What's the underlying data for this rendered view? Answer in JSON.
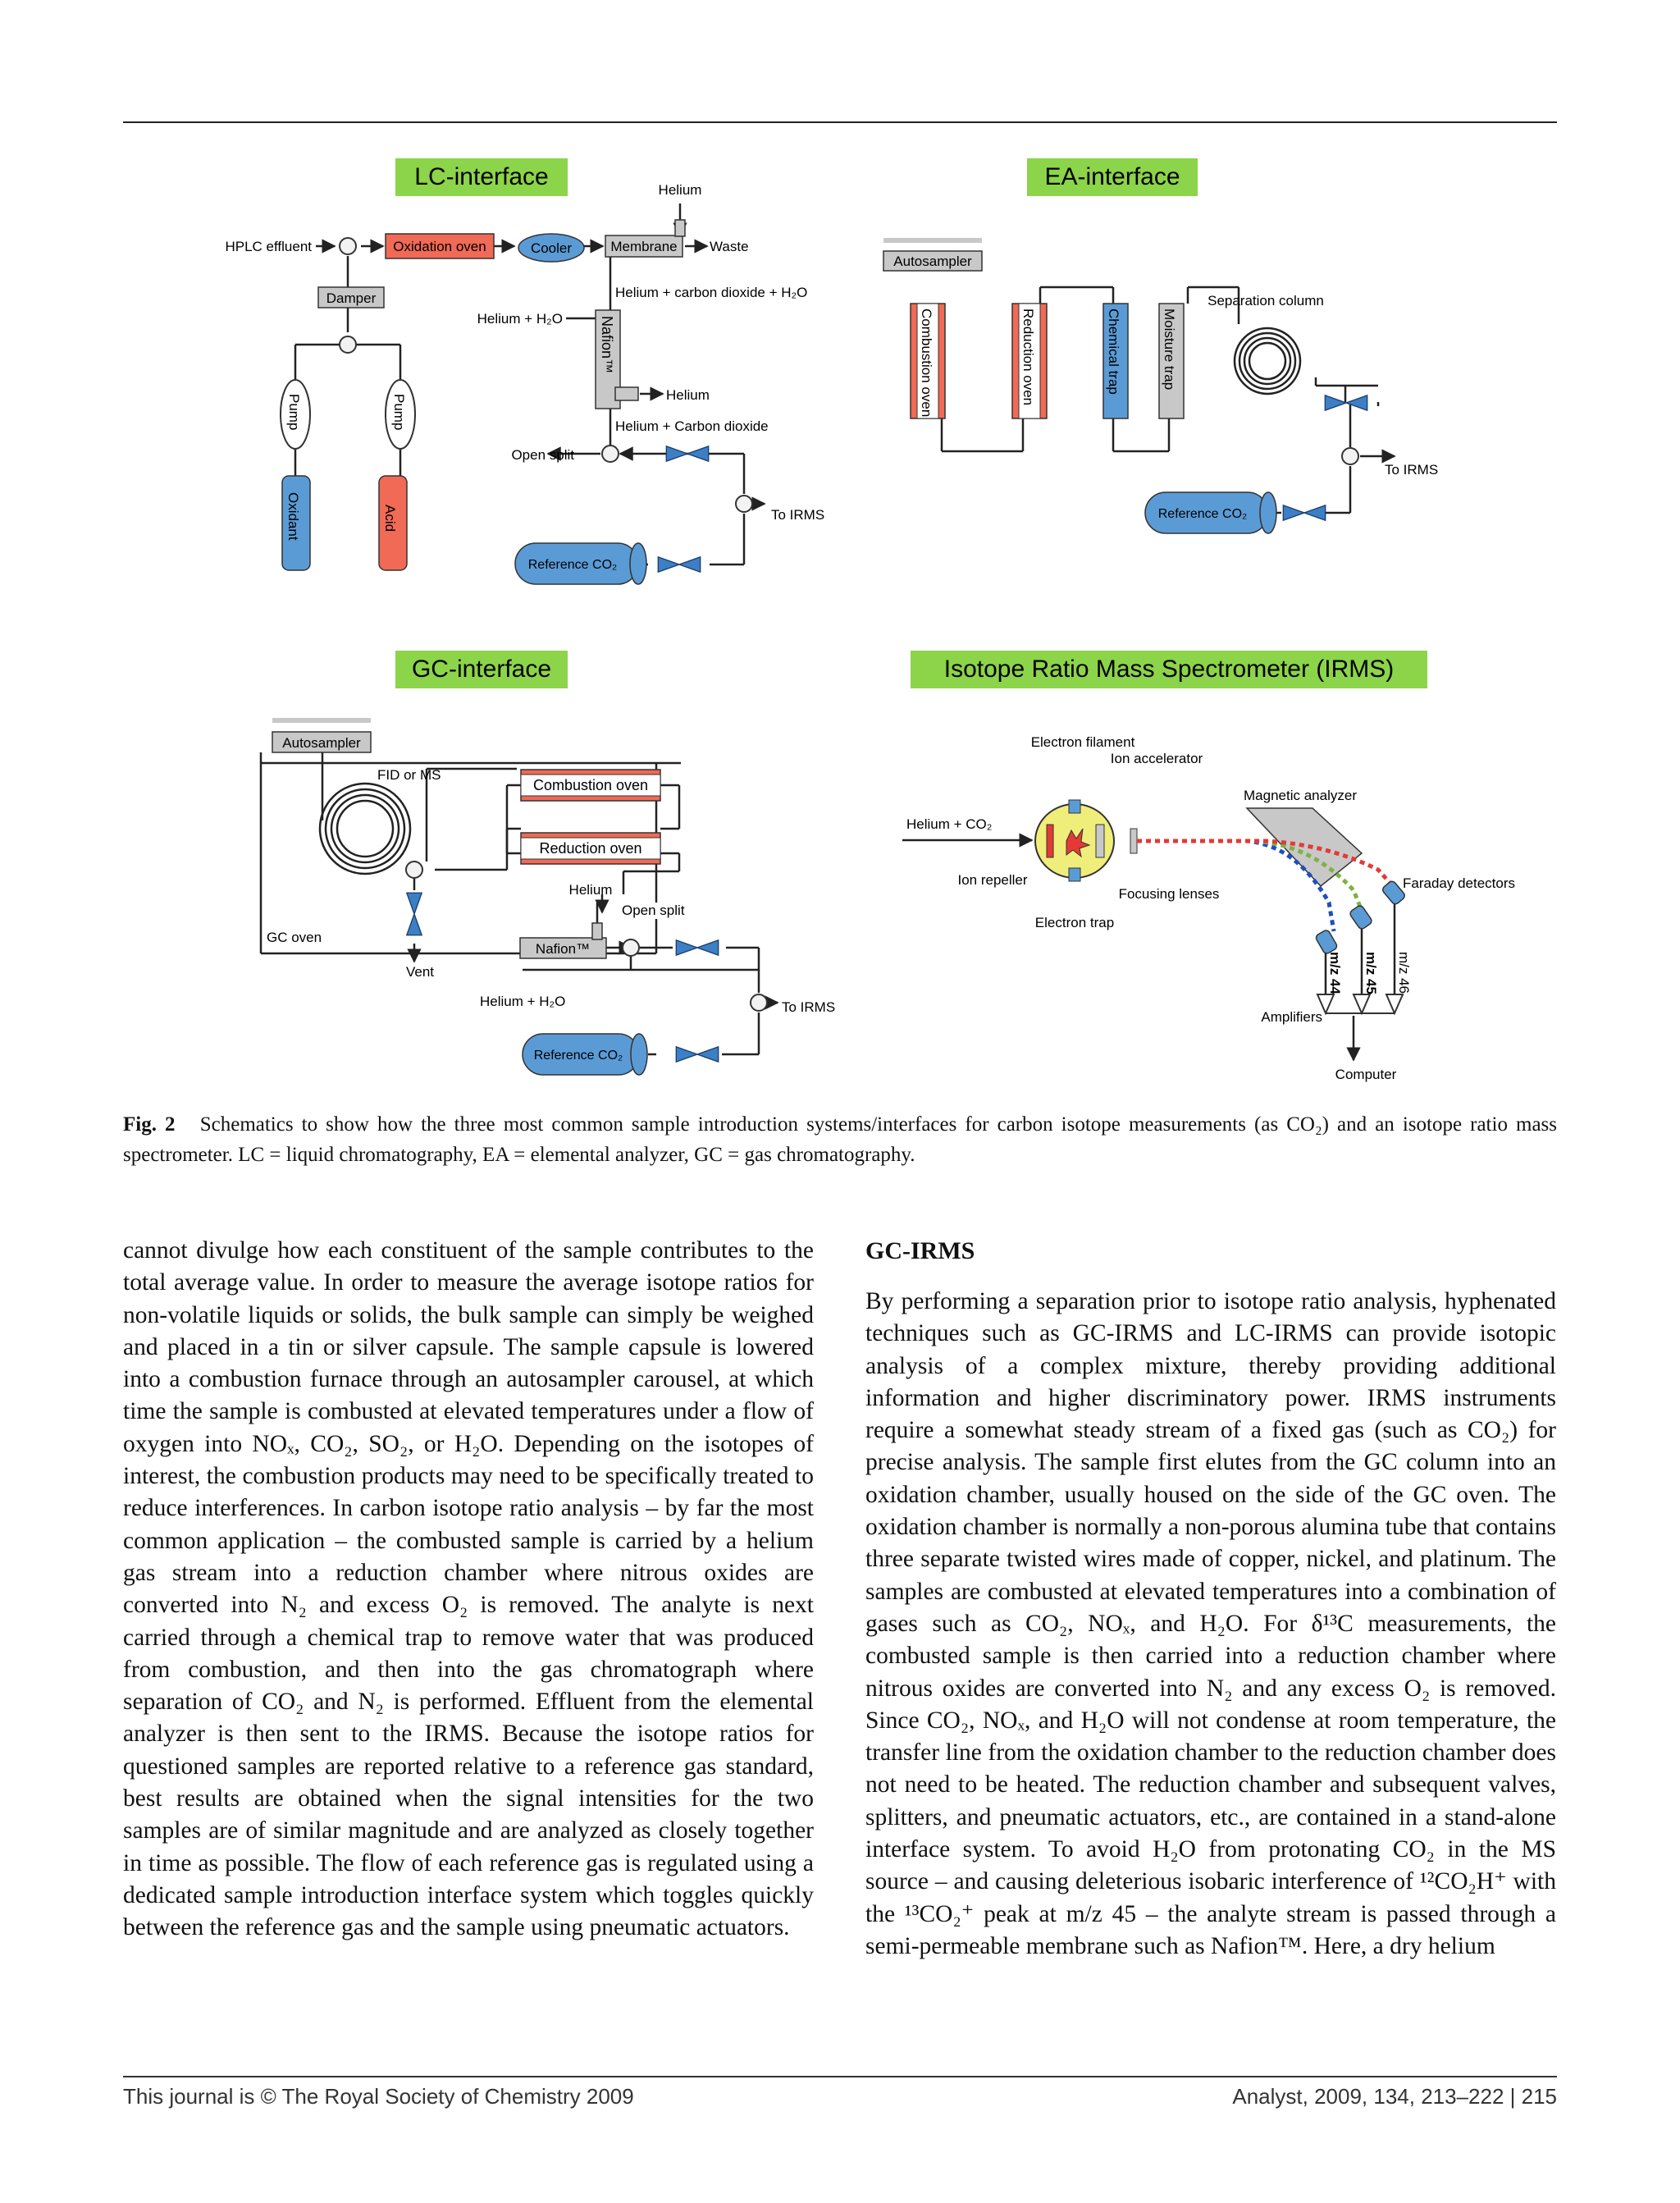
{
  "figure": {
    "lc": {
      "title": "LC-interface",
      "helium_top": "Helium",
      "hplc": "HPLC effluent",
      "oxidation_oven": "Oxidation oven",
      "cooler": "Cooler",
      "membrane": "Membrane",
      "waste": "Waste",
      "damper": "Damper",
      "helium_co2_h2o": "Helium + carbon dioxide + H₂O",
      "helium_h2o": "Helium + H₂O",
      "nafion": "Nafion™",
      "helium_mid": "Helium",
      "helium_co2": "Helium + Carbon dioxide",
      "open_split": "Open split",
      "pump1": "Pump",
      "pump2": "Pump",
      "oxidant": "Oxidant",
      "acid": "Acid",
      "to_irms": "To IRMS",
      "reference": "Reference CO₂"
    },
    "ea": {
      "title": "EA-interface",
      "autosampler": "Autosampler",
      "combustion_oven": "Combustion oven",
      "reduction_oven": "Reduction oven",
      "chemical_trap": "Chemical trap",
      "moisture_trap": "Moisture trap",
      "separation_column": "Separation column",
      "to_irms": "To IRMS",
      "reference": "Reference CO₂"
    },
    "gc": {
      "title": "GC-interface",
      "autosampler": "Autosampler",
      "fid": "FID or MS",
      "combustion_oven": "Combustion oven",
      "reduction_oven": "Reduction oven",
      "helium": "Helium",
      "open_split": "Open split",
      "gc_oven": "GC oven",
      "nafion": "Nafion™",
      "vent": "Vent",
      "helium_h2o": "Helium + H₂O",
      "to_irms": "To IRMS",
      "reference": "Reference CO₂"
    },
    "irms": {
      "title": "Isotope Ratio Mass Spectrometer (IRMS)",
      "electron_filament": "Electron filament",
      "ion_accelerator": "Ion accelerator",
      "magnetic_analyzer": "Magnetic analyzer",
      "helium_co2": "Helium + CO₂",
      "ion_repeller": "Ion repeller",
      "focusing_lenses": "Focusing lenses",
      "electron_trap": "Electron trap",
      "faraday_detectors": "Faraday detectors",
      "mz44": "m/z 44",
      "mz45": "m/z 45",
      "mz46": "m/z 46",
      "amplifiers": "Amplifiers",
      "computer": "Computer"
    },
    "colors": {
      "title_bg": "#8cd449",
      "red": "#f06a55",
      "blue": "#5b9bd5",
      "valve": "#3d7fc4",
      "gray": "#c8c8c8",
      "chamber": "#f0ee7a",
      "beam_red": "#e53935",
      "beam_green": "#7cb342",
      "beam_blue": "#1e4fbf"
    }
  },
  "caption": {
    "label": "Fig. 2",
    "text": "Schematics to show how the three most common sample introduction systems/interfaces for carbon isotope measurements (as CO₂) and an isotope ratio mass spectrometer. LC = liquid chromatography, EA = elemental analyzer, GC = gas chromatography."
  },
  "body": {
    "left": "cannot divulge how each constituent of the sample contributes to the total average value. In order to measure the average isotope ratios for non-volatile liquids or solids, the bulk sample can simply be weighed and placed in a tin or silver capsule. The sample capsule is lowered into a combustion furnace through an autosampler carousel, at which time the sample is combusted at elevated temperatures under a flow of oxygen into NOₓ, CO₂, SO₂, or H₂O. Depending on the isotopes of interest, the combustion products may need to be specifically treated to reduce interferences. In carbon isotope ratio analysis – by far the most common application – the combusted sample is carried by a helium gas stream into a reduction chamber where nitrous oxides are converted into N₂ and excess O₂ is removed. The analyte is next carried through a chemical trap to remove water that was produced from combustion, and then into the gas chromatograph where separation of CO₂ and N₂ is performed. Effluent from the elemental analyzer is then sent to the IRMS. Because the isotope ratios for questioned samples are reported relative to a reference gas standard, best results are obtained when the signal intensities for the two samples are of similar magnitude and are analyzed as closely together in time as possible. The flow of each reference gas is regulated using a dedicated sample introduction interface system which toggles quickly between the reference gas and the sample using pneumatic actuators.",
    "right_heading": "GC-IRMS",
    "right": "By performing a separation prior to isotope ratio analysis, hyphenated techniques such as GC-IRMS and LC-IRMS can provide isotopic analysis of a complex mixture, thereby providing additional information and higher discriminatory power. IRMS instruments require a somewhat steady stream of a fixed gas (such as CO₂) for precise analysis. The sample first elutes from the GC column into an oxidation chamber, usually housed on the side of the GC oven. The oxidation chamber is normally a non-porous alumina tube that contains three separate twisted wires made of copper, nickel, and platinum. The samples are combusted at elevated temperatures into a combination of gases such as CO₂, NOₓ, and H₂O. For δ¹³C measurements, the combusted sample is then carried into a reduction chamber where nitrous oxides are converted into N₂ and any excess O₂ is removed. Since CO₂, NOₓ, and H₂O will not condense at room temperature, the transfer line from the oxidation chamber to the reduction chamber does not need to be heated. The reduction chamber and subsequent valves, splitters, and pneumatic actuators, etc., are contained in a stand-alone interface system. To avoid H₂O from protonating CO₂ in the MS source – and causing deleterious isobaric interference of ¹²CO₂H⁺ with the ¹³CO₂⁺ peak at m/z 45 – the analyte stream is passed through a semi-permeable membrane such as Nafion™. Here, a dry helium"
  },
  "footer": {
    "left": "This journal is © The Royal Society of Chemistry 2009",
    "right": "Analyst, 2009, 134, 213–222 | 215"
  }
}
